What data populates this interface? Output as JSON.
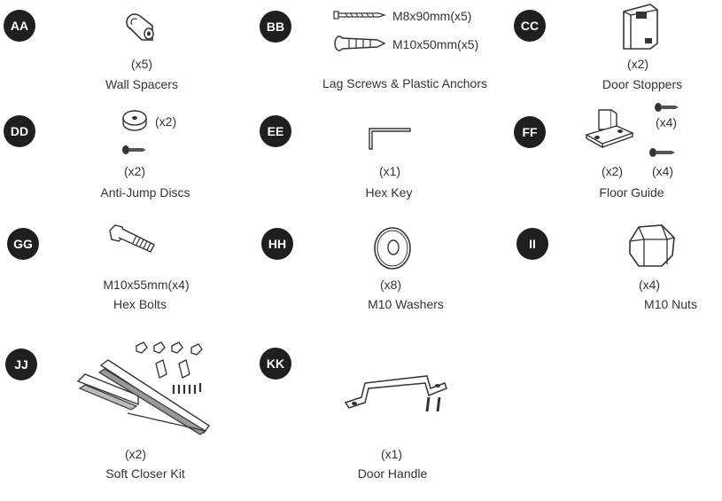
{
  "parts": {
    "aa": {
      "badge": "AA",
      "qty": "(x5)",
      "name": "Wall Spacers",
      "icon": "wall-spacer-icon"
    },
    "bb": {
      "badge": "BB",
      "spec1": "M8x90mm(x5)",
      "spec2": "M10x50mm(x5)",
      "name": "Lag Screws & Plastic Anchors",
      "icon": "lag-screw-icon"
    },
    "cc": {
      "badge": "CC",
      "qty": "(x2)",
      "name": "Door Stoppers",
      "icon": "door-stopper-icon"
    },
    "dd": {
      "badge": "DD",
      "qty1": "(x2)",
      "qty2": "(x2)",
      "name": "Anti-Jump Discs",
      "icon": "anti-jump-disc-icon"
    },
    "ee": {
      "badge": "EE",
      "qty": "(x1)",
      "name": "Hex Key",
      "icon": "hex-key-icon"
    },
    "ff": {
      "badge": "FF",
      "qty_screw_top": "(x4)",
      "qty_guide": "(x2)",
      "qty_screw_bottom": "(x4)",
      "name": "Floor Guide",
      "icon": "floor-guide-icon"
    },
    "gg": {
      "badge": "GG",
      "spec": "M10x55mm(x4)",
      "name": "Hex Bolts",
      "icon": "hex-bolt-icon"
    },
    "hh": {
      "badge": "HH",
      "qty": "(x8)",
      "name": "M10 Washers",
      "icon": "washer-icon"
    },
    "ii": {
      "badge": "II",
      "qty": "(x4)",
      "name": "M10 Nuts",
      "icon": "nut-icon"
    },
    "jj": {
      "badge": "JJ",
      "qty": "(x2)",
      "name": "Soft Closer Kit",
      "icon": "soft-closer-icon"
    },
    "kk": {
      "badge": "KK",
      "qty": "(x1)",
      "name": "Door Handle",
      "icon": "door-handle-icon"
    }
  }
}
